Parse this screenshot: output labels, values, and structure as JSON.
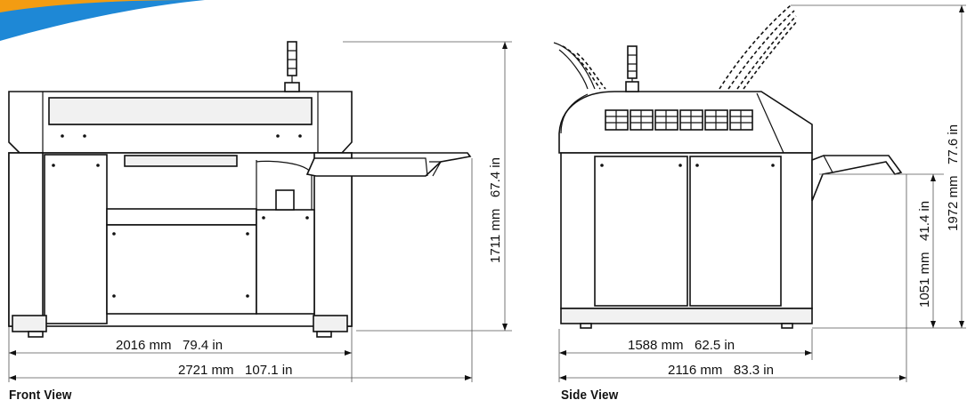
{
  "brand": {
    "swoosh_colors": [
      "#f39c12",
      "#1e88d6"
    ]
  },
  "front_view": {
    "caption": "Front View",
    "dim_width_inner": "2016 mm   79.4 in",
    "dim_width_total": "2721 mm   107.1 in",
    "dim_height": "1711 mm   67.4 in"
  },
  "side_view": {
    "caption": "Side View",
    "dim_depth_inner": "1588 mm   62.5 in",
    "dim_depth_total": "2116 mm   83.3 in",
    "dim_table_height": "1051 mm   41.4 in",
    "dim_total_height": "1972 mm   77.6 in"
  }
}
